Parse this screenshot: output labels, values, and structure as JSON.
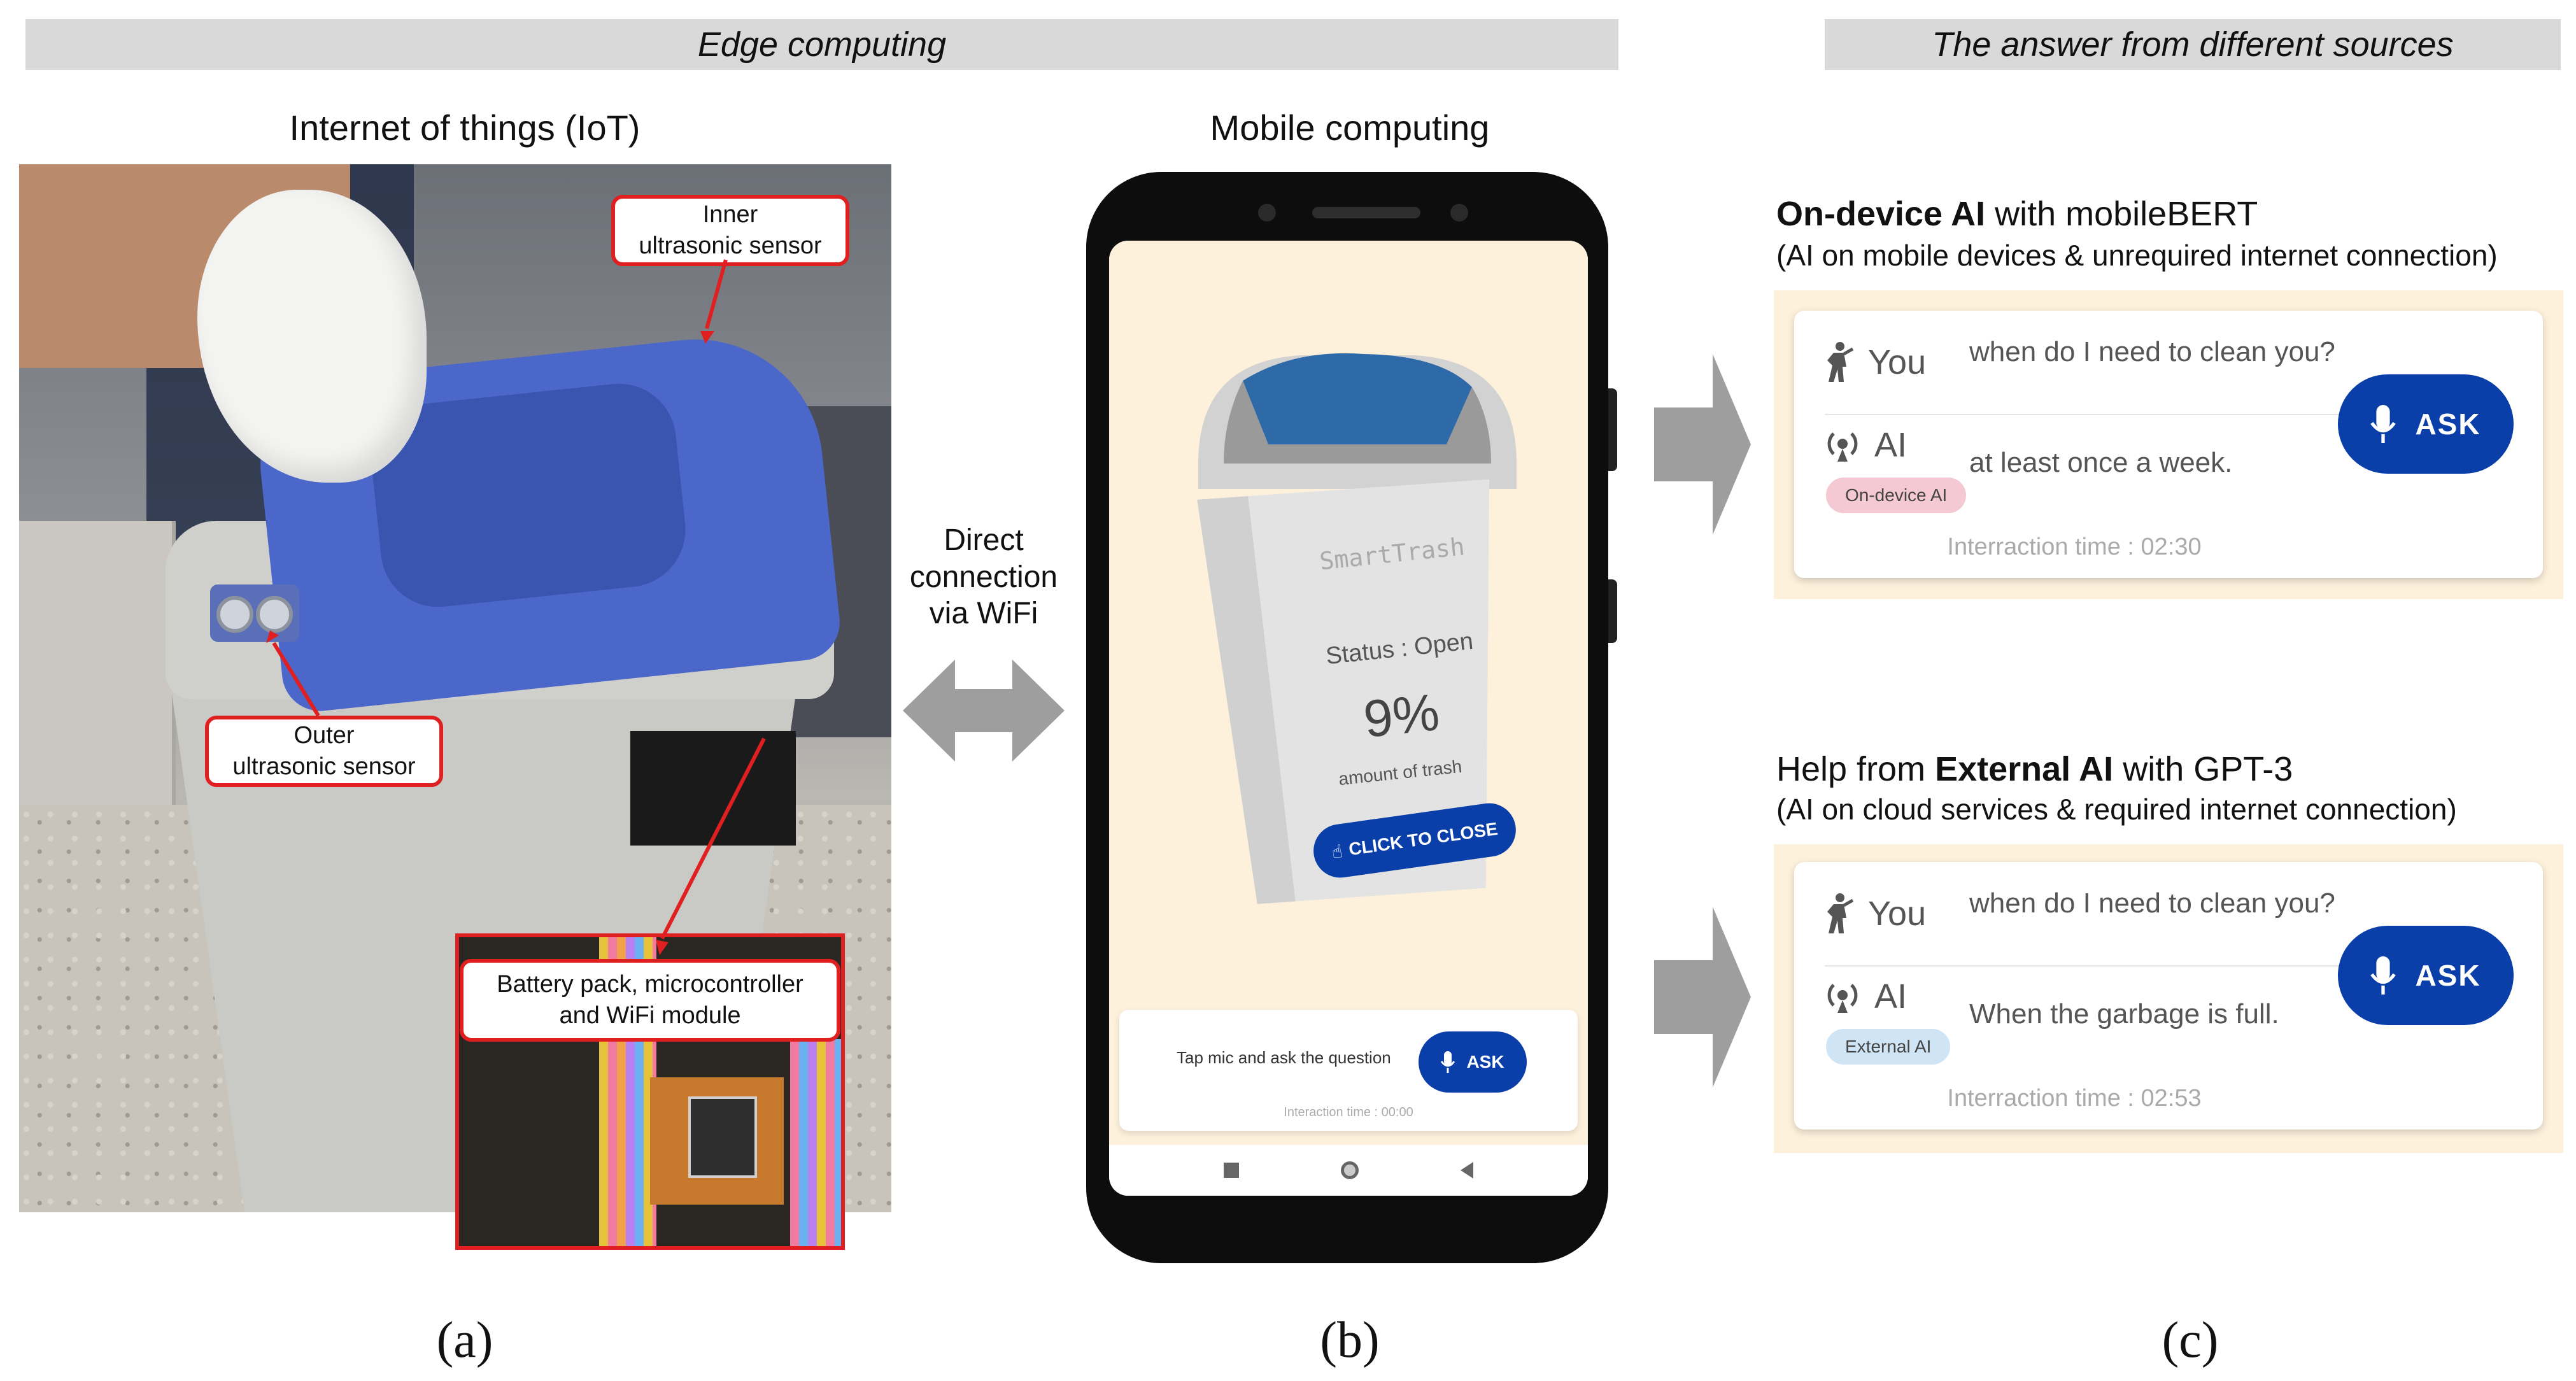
{
  "banners": {
    "edge": "Edge computing",
    "answers": "The answer from different sources"
  },
  "headings": {
    "iot": "Internet of things (IoT)",
    "mobile": "Mobile computing",
    "wifi": [
      "Direct",
      "connection",
      "via WiFi"
    ]
  },
  "callouts": {
    "inner": [
      "Inner",
      "ultrasonic sensor"
    ],
    "outer": [
      "Outer",
      "ultrasonic sensor"
    ],
    "battery": [
      "Battery pack, microcontroller",
      "and WiFi module"
    ]
  },
  "phone": {
    "brand": "SmartTrash",
    "status": "Status : Open",
    "percent": "9%",
    "amount_label": "amount of trash",
    "close_button": "CLICK TO CLOSE",
    "prompt": "Tap mic and ask the question",
    "ask": "ASK",
    "time": "Interaction time : 00:00"
  },
  "on_device": {
    "title_bold": "On-device AI",
    "title_rest": " with mobileBERT",
    "note": "(AI on mobile devices & unrequired internet connection)",
    "you": "You",
    "question": "when do I need to clean you?",
    "ai": "AI",
    "answer": "at least once a week.",
    "badge": "On-device AI",
    "badge_color": "#f4c9d3",
    "ask": "ASK",
    "time": "Interraction time : 02:30"
  },
  "external": {
    "title_pre": "Help from ",
    "title_bold": "External AI",
    "title_rest": " with GPT-3",
    "note": "(AI on cloud services & required internet connection)",
    "you": "You",
    "question": "when do I need to clean you?",
    "ai": "AI",
    "answer": "When the garbage is full.",
    "badge": "External AI",
    "badge_color": "#cfe4f5",
    "ask": "ASK",
    "time": "Interraction time : 02:53"
  },
  "labels": {
    "a": "(a)",
    "b": "(b)",
    "c": "(c)"
  },
  "colors": {
    "accent_blue": "#0a3ea8",
    "callout_red": "#e02020",
    "banner_gray": "#d9d9d9",
    "arrow_gray": "#9e9e9e",
    "app_bg": "#fdf1dc"
  }
}
